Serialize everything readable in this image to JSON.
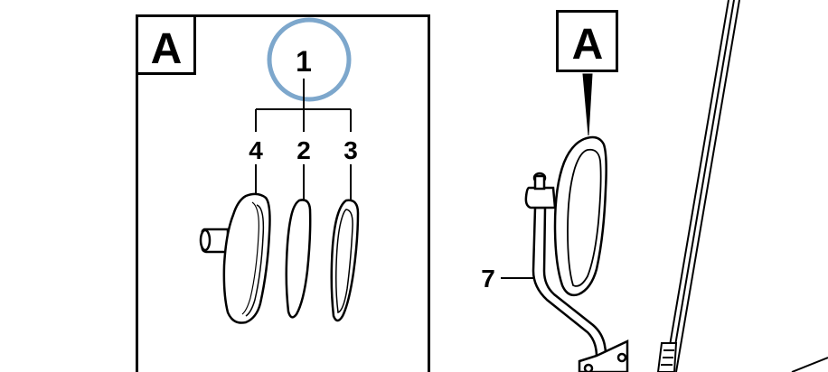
{
  "detail_view": {
    "label": "A",
    "callout_main": "1",
    "callouts": [
      "4",
      "2",
      "3"
    ]
  },
  "assembly_view": {
    "label": "A",
    "callout_bracket": "7"
  },
  "colors": {
    "line": "#000000",
    "highlight": "#7da7cc",
    "background": "#ffffff"
  }
}
